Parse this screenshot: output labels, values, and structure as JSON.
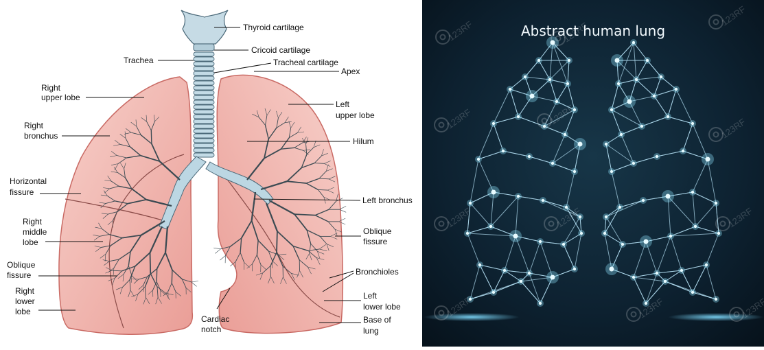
{
  "diagram": {
    "labels": {
      "thyroid_cartilage": "Thyroid cartilage",
      "trachea": "Trachea",
      "cricoid_cartilage": "Cricoid cartilage",
      "tracheal_cartilage": "Tracheal cartilage",
      "apex": "Apex",
      "right_upper_lobe_1": "Right",
      "right_upper_lobe_2": "upper lobe",
      "left_upper_lobe_1": "Left",
      "left_upper_lobe_2": "upper lobe",
      "right_bronchus_1": "Right",
      "right_bronchus_2": "bronchus",
      "hilum": "Hilum",
      "horizontal_fissure_1": "Horizontal",
      "horizontal_fissure_2": "fissure",
      "left_bronchus": "Left bronchus",
      "right_middle_lobe_1": "Right",
      "right_middle_lobe_2": "middle",
      "right_middle_lobe_3": "lobe",
      "oblique_fissure_right_1": "Oblique",
      "oblique_fissure_right_2": "fissure",
      "right_lower_lobe_1": "Right",
      "right_lower_lobe_2": "lower",
      "right_lower_lobe_3": "lobe",
      "oblique_fissure_left_1": "Oblique",
      "oblique_fissure_left_2": "fissure",
      "bronchioles": "Bronchioles",
      "left_lower_lobe_1": "Left",
      "left_lower_lobe_2": "lower lobe",
      "cardiac_notch_1": "Cardiac",
      "cardiac_notch_2": "notch",
      "base_of_lung_1": "Base of",
      "base_of_lung_2": "lung"
    }
  },
  "stock_image": {
    "title": "Abstract human lung",
    "watermark": "123RF"
  },
  "colors": {
    "lung_fill": "#f5c2bb",
    "lung_shade": "#e48f88",
    "airway": "#b9d6e3",
    "airway_dark": "#5c7f92",
    "network_bg": "#0b1a26",
    "network_glow": "#7fdcff"
  }
}
